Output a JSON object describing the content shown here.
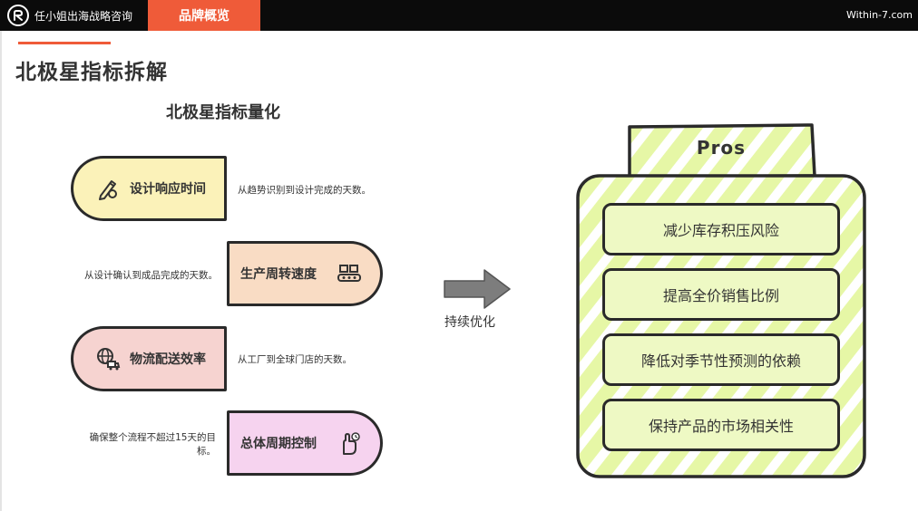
{
  "header": {
    "brand_name": "任小姐出海战略咨询",
    "active_tab": "品牌概览",
    "site": "Within-7.com"
  },
  "page": {
    "title": "北极星指标拆解",
    "section_title": "北极星指标量化"
  },
  "metrics": [
    {
      "label": "设计响应时间",
      "desc": "从趋势识别到设计完成的天数。",
      "icon": "pen-ruler-icon",
      "color": "#fbf2b9"
    },
    {
      "label": "生产周转速度",
      "desc": "从设计确认到成品完成的天数。",
      "icon": "conveyor-icon",
      "color": "#f9dcc4"
    },
    {
      "label": "物流配送效率",
      "desc": "从工厂到全球门店的天数。",
      "icon": "globe-truck-icon",
      "color": "#f6d3d0"
    },
    {
      "label": "总体周期控制",
      "desc": "确保整个流程不超过15天的目标。",
      "icon": "hand-clock-icon",
      "color": "#f6d3ef"
    }
  ],
  "arrow_label": "持续优化",
  "pros": {
    "title": "Pros",
    "items": [
      "减少库存积压风险",
      "提高全价销售比例",
      "降低对季节性预测的依赖",
      "保持产品的市场相关性"
    ]
  },
  "colors": {
    "accent": "#ef5b39",
    "pros_green": "#e6f7a6",
    "header_bg": "#0b0b0b"
  }
}
